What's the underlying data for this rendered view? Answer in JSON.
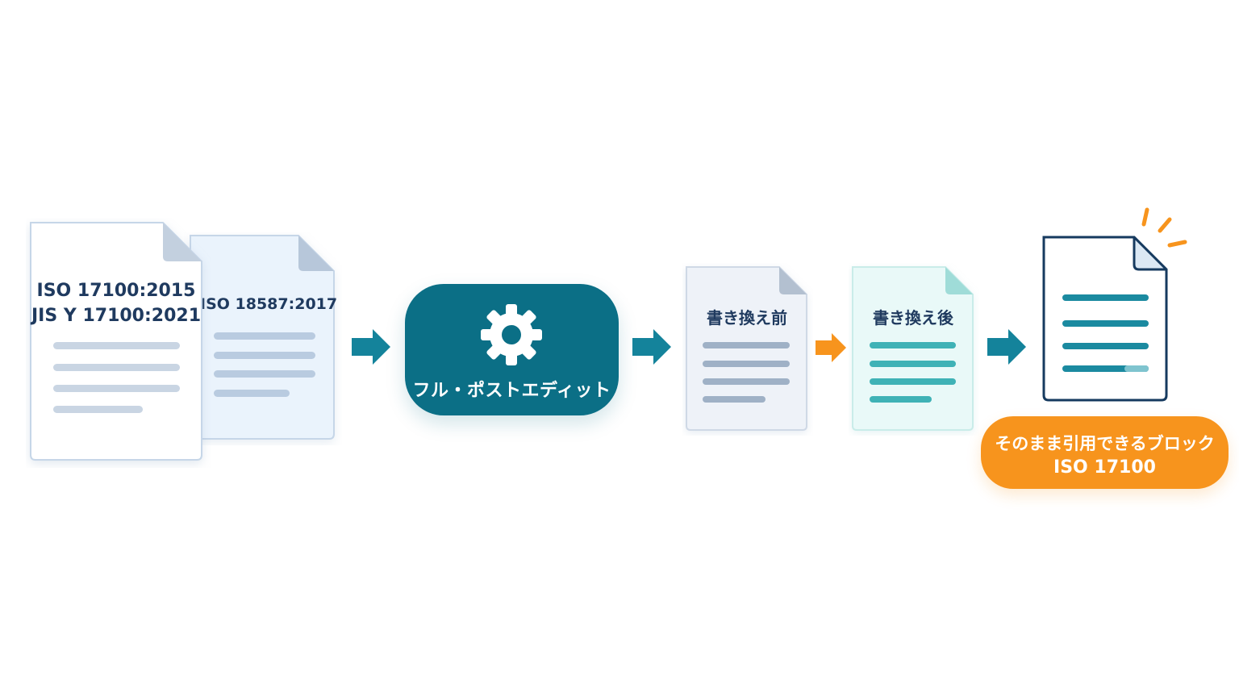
{
  "source_docs": {
    "doc1": {
      "line1": "ISO 17100:2015",
      "line2": "JIS Y 17100:2021"
    },
    "doc2": {
      "line1": "ISO 18587:2017"
    }
  },
  "process": {
    "label": "フル・ポストエディット",
    "icon": "gear-icon"
  },
  "before_doc": {
    "label": "書き換え前"
  },
  "after_doc": {
    "label": "書き換え後"
  },
  "result": {
    "badge_line1": "そのまま引用できるブロック",
    "badge_line2": "ISO 17100"
  },
  "colors": {
    "teal": "#0b6f86",
    "arrow_teal": "#14839b",
    "orange": "#f7941d",
    "navy": "#1f3a5f"
  }
}
